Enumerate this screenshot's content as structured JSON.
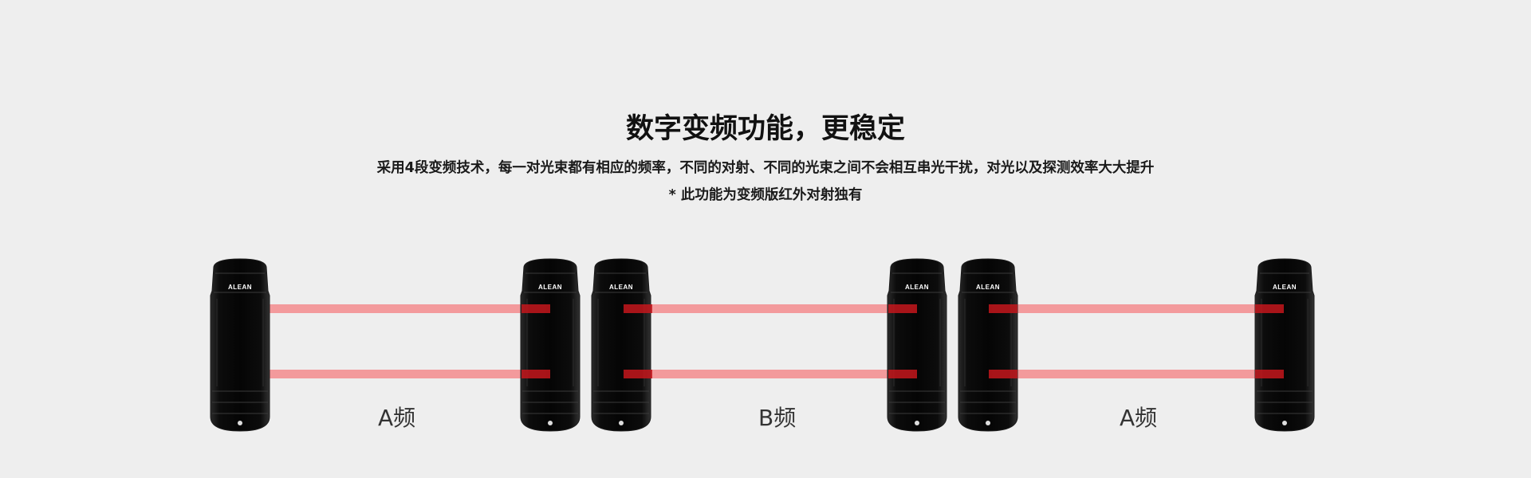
{
  "heading": "数字变频功能，更稳定",
  "subtitle": "采用4段变频技术，每一对光束都有相应的频率，不同的对射、不同的光束之间不会相互串光干扰，对光以及探测效率大大提升",
  "note": "* 此功能为变频版红外对射独有",
  "brand": "ALEAN",
  "frequency_labels": [
    "A频",
    "B频",
    "A频"
  ],
  "colors": {
    "background": "#eeeeee",
    "beam": "#f39a9c",
    "beam_core": "#c4161c",
    "sensor_body": "#0a0a0a"
  }
}
